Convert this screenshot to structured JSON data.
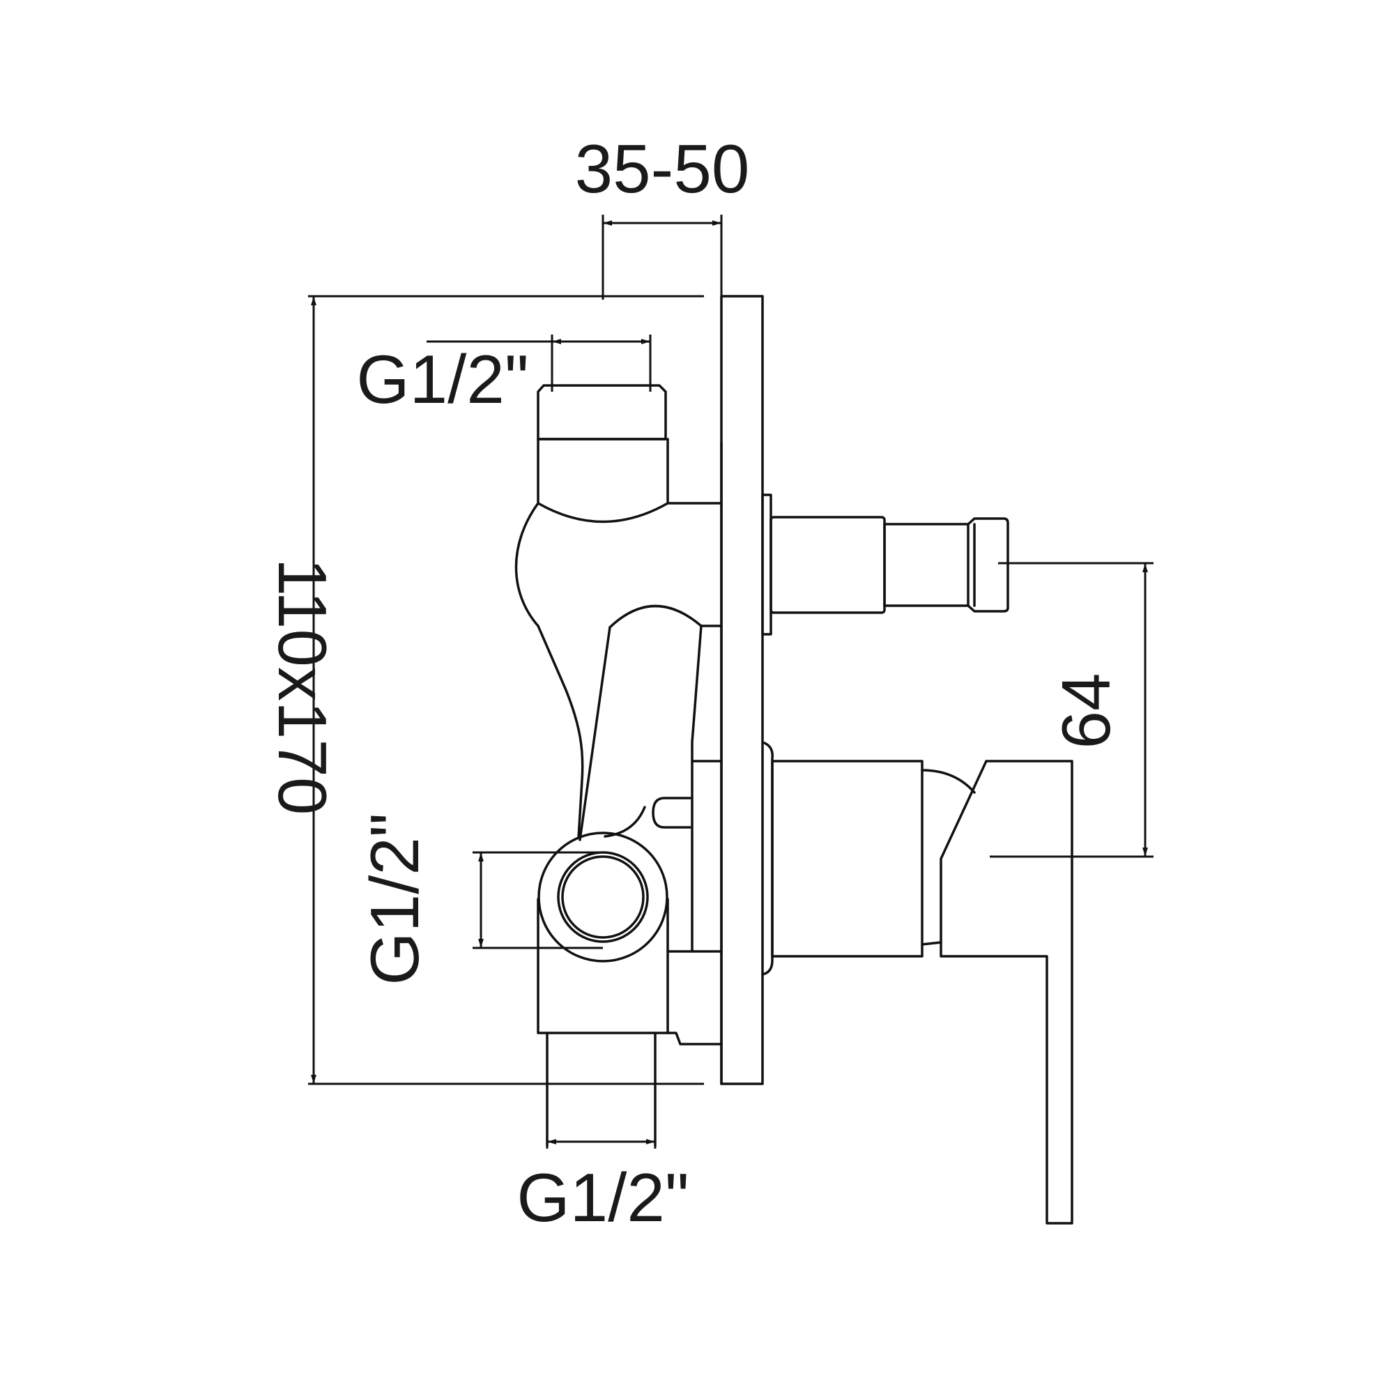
{
  "dimensions": {
    "wall_depth": "35-50",
    "plate_size": "110x170",
    "port_top": "G1/2\"",
    "port_side": "G1/2\"",
    "port_bottom": "G1/2\"",
    "axis_distance": "64"
  },
  "colors": {
    "line": "#111111",
    "background": "#ffffff"
  }
}
